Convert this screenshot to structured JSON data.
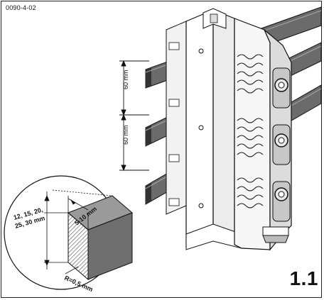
{
  "figure": {
    "document_id": "0090-4-02",
    "number": "1.1",
    "busbar_spacing_top": "60 mm",
    "busbar_spacing_bottom": "60 mm",
    "detail_busbar_width_values": "12, 15, 20,",
    "detail_busbar_width_values_2": "25, 30 mm",
    "detail_busbar_thickness": "5-10 mm",
    "detail_edge_radius": "R=0,5 mm"
  }
}
